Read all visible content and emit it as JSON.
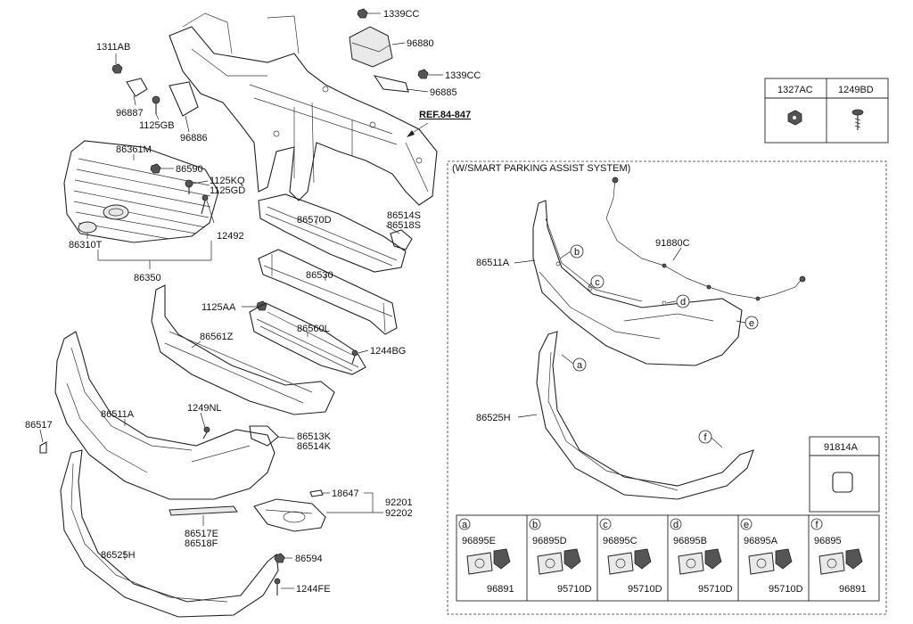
{
  "labels": {
    "p1339CC_a": "1339CC",
    "p96880": "96880",
    "p1339CC_b": "1339CC",
    "p96885": "96885",
    "ref": "REF.84-847",
    "p1311AB": "1311AB",
    "p96887": "96887",
    "p1125GB": "1125GB",
    "p96886": "96886",
    "p86361M": "86361M",
    "p86590": "86590",
    "p1125KQ": "1125KQ",
    "p1125GD": "1125GD",
    "p12492": "12492",
    "p86310T": "86310T",
    "p86350": "86350",
    "p86570D": "86570D",
    "p86514S": "86514S",
    "p86518S": "86518S",
    "p86530": "86530",
    "p1125AA": "1125AA",
    "p86560L": "86560L",
    "p86561Z": "86561Z",
    "p1244BG": "1244BG",
    "p86517": "86517",
    "p86511A_main": "86511A",
    "p1249NL": "1249NL",
    "p86513K": "86513K",
    "p86514K": "86514K",
    "p18647": "18647",
    "p92201": "92201",
    "p92202": "92202",
    "p86517E": "86517E",
    "p86518F": "86518F",
    "p86525H_main": "86525H",
    "p86594": "86594",
    "p1244FE": "1244FE"
  },
  "legend_table": {
    "headers": [
      "1327AC",
      "1249BD"
    ]
  },
  "sps_box": {
    "title": "(W/SMART PARKING ASSIST SYSTEM)",
    "p86511A": "86511A",
    "p91880C": "91880C",
    "p86525H": "86525H",
    "callouts": [
      "a",
      "b",
      "c",
      "d",
      "e",
      "f"
    ]
  },
  "box_91814A": "91814A",
  "sensor_table": [
    {
      "letter": "a",
      "top": "96895E",
      "bottom": "96891"
    },
    {
      "letter": "b",
      "top": "96895D",
      "bottom": "95710D"
    },
    {
      "letter": "c",
      "top": "96895C",
      "bottom": "95710D"
    },
    {
      "letter": "d",
      "top": "96895B",
      "bottom": "95710D"
    },
    {
      "letter": "e",
      "top": "96895A",
      "bottom": "95710D"
    },
    {
      "letter": "f",
      "top": "96895",
      "bottom": "96891"
    }
  ]
}
